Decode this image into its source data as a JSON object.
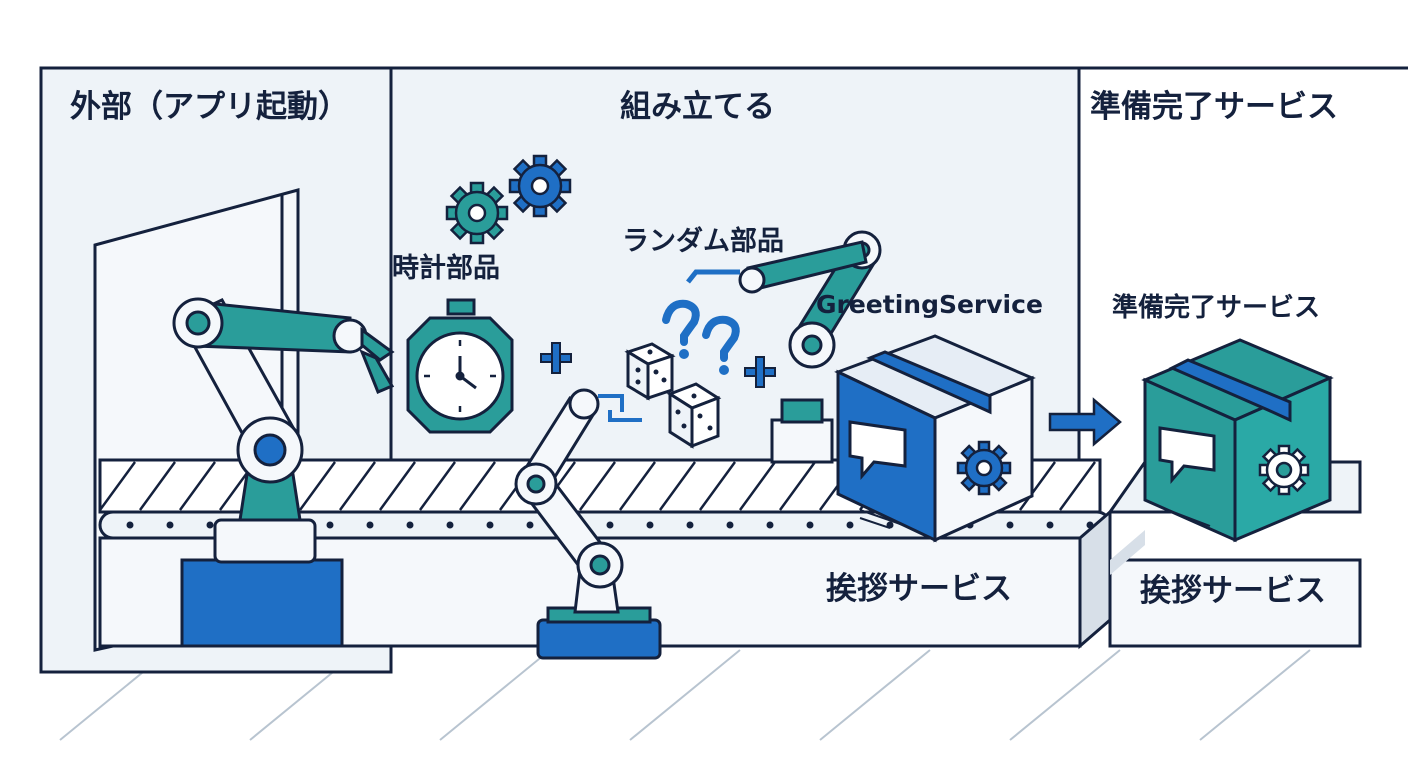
{
  "zones": {
    "external": "外部（アプリ起動）",
    "assemble": "組み立てる",
    "ready": "準備完了サービス"
  },
  "parts": {
    "clock": "時計部品",
    "random": "ランダム部品"
  },
  "assembly": {
    "service_name": "GreetingService"
  },
  "output": {
    "box_label": "準備完了サービス"
  },
  "conveyor": {
    "label": "挨拶サービス"
  },
  "ready_platform": {
    "label": "挨拶サービス"
  },
  "colors": {
    "outline": "#14213d",
    "teal": "#2a9d9a",
    "blue": "#1f6fc5",
    "panel": "#eef3f8",
    "light": "#f5f8fb"
  }
}
